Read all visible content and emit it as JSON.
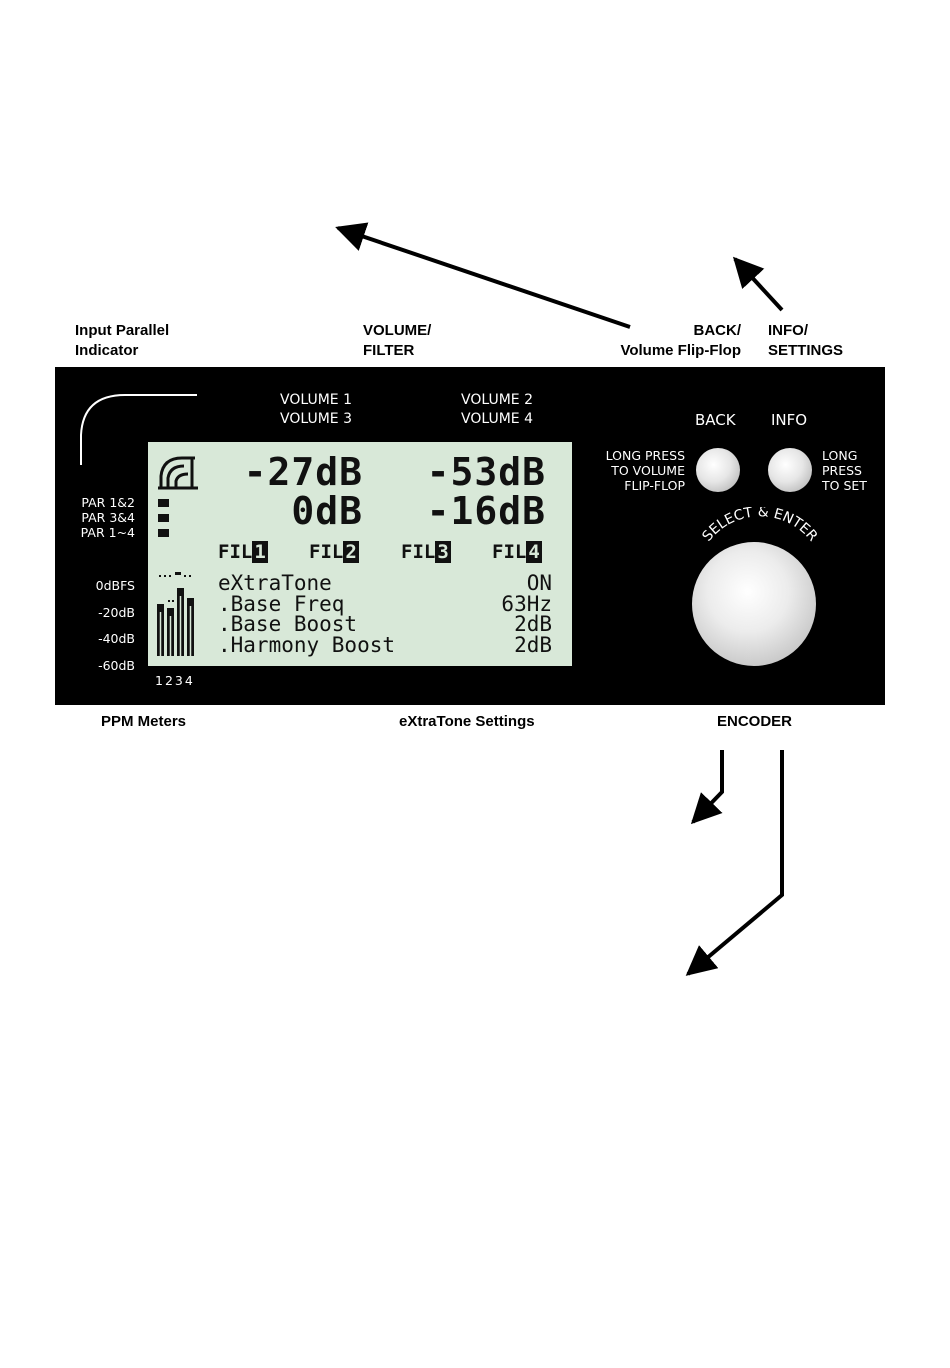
{
  "callouts": {
    "input_parallel": [
      "Input Parallel",
      "Indicator"
    ],
    "volume_filter": [
      "VOLUME/",
      "FILTER"
    ],
    "back": [
      "BACK/",
      "Volume Flip-Flop"
    ],
    "info": [
      "INFO/",
      "SETTINGS"
    ],
    "ppm_meters": "PPM Meters",
    "extratone_settings": "eXtraTone Settings",
    "encoder": "ENCODER"
  },
  "panel": {
    "volume_left": [
      "VOLUME 1",
      "VOLUME 3"
    ],
    "volume_right": [
      "VOLUME 2",
      "VOLUME 4"
    ],
    "par_labels": [
      "PAR 1&2",
      "PAR 3&4",
      "PAR 1~4"
    ],
    "meter_scale": [
      "0dBFS",
      "-20dB",
      "-40dB",
      "-60dB"
    ],
    "meter_channels": "1234",
    "back_button_label": "BACK",
    "info_button_label": "INFO",
    "back_long_press": [
      "LONG PRESS",
      "TO VOLUME",
      "FLIP-FLOP"
    ],
    "info_long_press": [
      "LONG",
      "PRESS",
      "TO SET"
    ],
    "encoder_label": "SELECT & ENTER"
  },
  "lcd": {
    "vol1": "-27dB",
    "vol2": "-53dB",
    "vol3": "0dB",
    "vol4": "-16dB",
    "filters": [
      {
        "prefix": "FIL",
        "num": "1"
      },
      {
        "prefix": "FIL",
        "num": "2"
      },
      {
        "prefix": "FIL",
        "num": "3"
      },
      {
        "prefix": "FIL",
        "num": "4"
      }
    ],
    "settings": [
      {
        "label": "eXtraTone",
        "value": "ON"
      },
      {
        "label": ".Base Freq",
        "value": "63Hz"
      },
      {
        "label": ".Base Boost",
        "value": "2dB"
      },
      {
        "label": ".Harmony Boost",
        "value": "2dB"
      }
    ]
  },
  "colors": {
    "panel": "#000000",
    "lcd_background": "#d8e8d8",
    "lcd_text": "#111111"
  }
}
